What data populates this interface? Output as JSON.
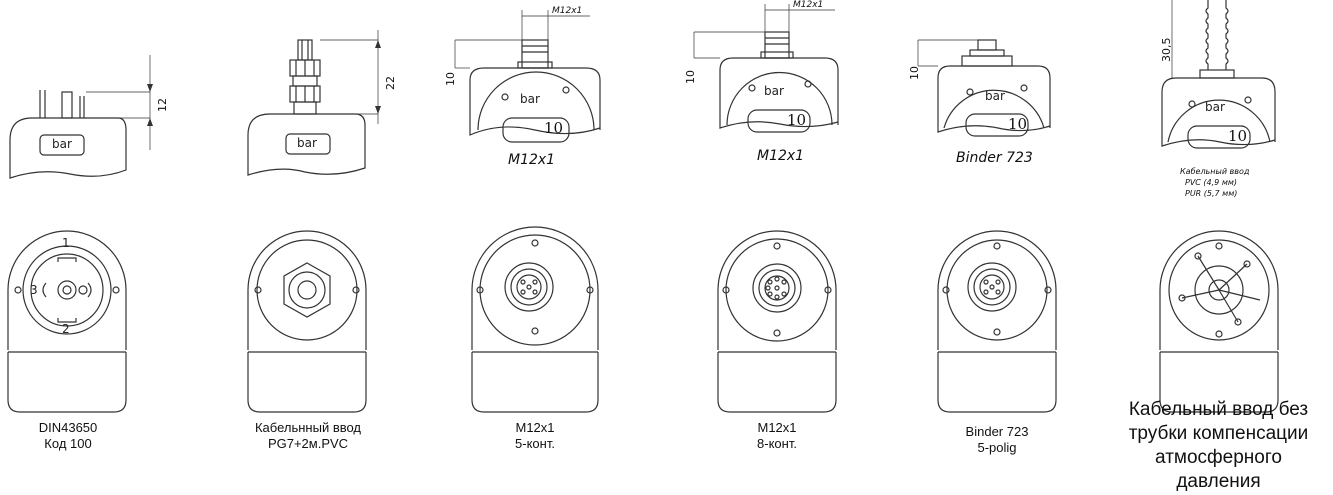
{
  "captions": [
    {
      "line1": "DIN43650",
      "line2": "Код 100"
    },
    {
      "line1": "Кабельнный ввод",
      "line2": "PG7+2м.PVC"
    },
    {
      "line1": "M12x1",
      "line2": "5-конт."
    },
    {
      "line1": "M12x1",
      "line2": "8-конт."
    },
    {
      "line1": "Binder 723",
      "line2": "5-polig"
    },
    {
      "lines": [
        "Кабельный ввод без",
        "трубки компенсации",
        "атмосферного",
        "давления"
      ]
    }
  ],
  "top_labels": {
    "m12_a": "M12x1",
    "m12_b": "M12x1",
    "binder": "Binder 723",
    "cable_title": "Кабельный ввод",
    "cable_pvc": "PVC (4,9 мм)",
    "cable_pur": "PUR (5,7 мм)"
  },
  "dimensions": {
    "h12": "12",
    "h22": "22",
    "h10a": "10",
    "h10b": "10",
    "h10c": "10",
    "h305": "30,5",
    "thread_a": "M12x1",
    "thread_b": "M12x1"
  },
  "panel": {
    "bar": "bar",
    "number": "10"
  },
  "din_pins": {
    "p1": "1",
    "p2": "2",
    "p3": "3"
  }
}
